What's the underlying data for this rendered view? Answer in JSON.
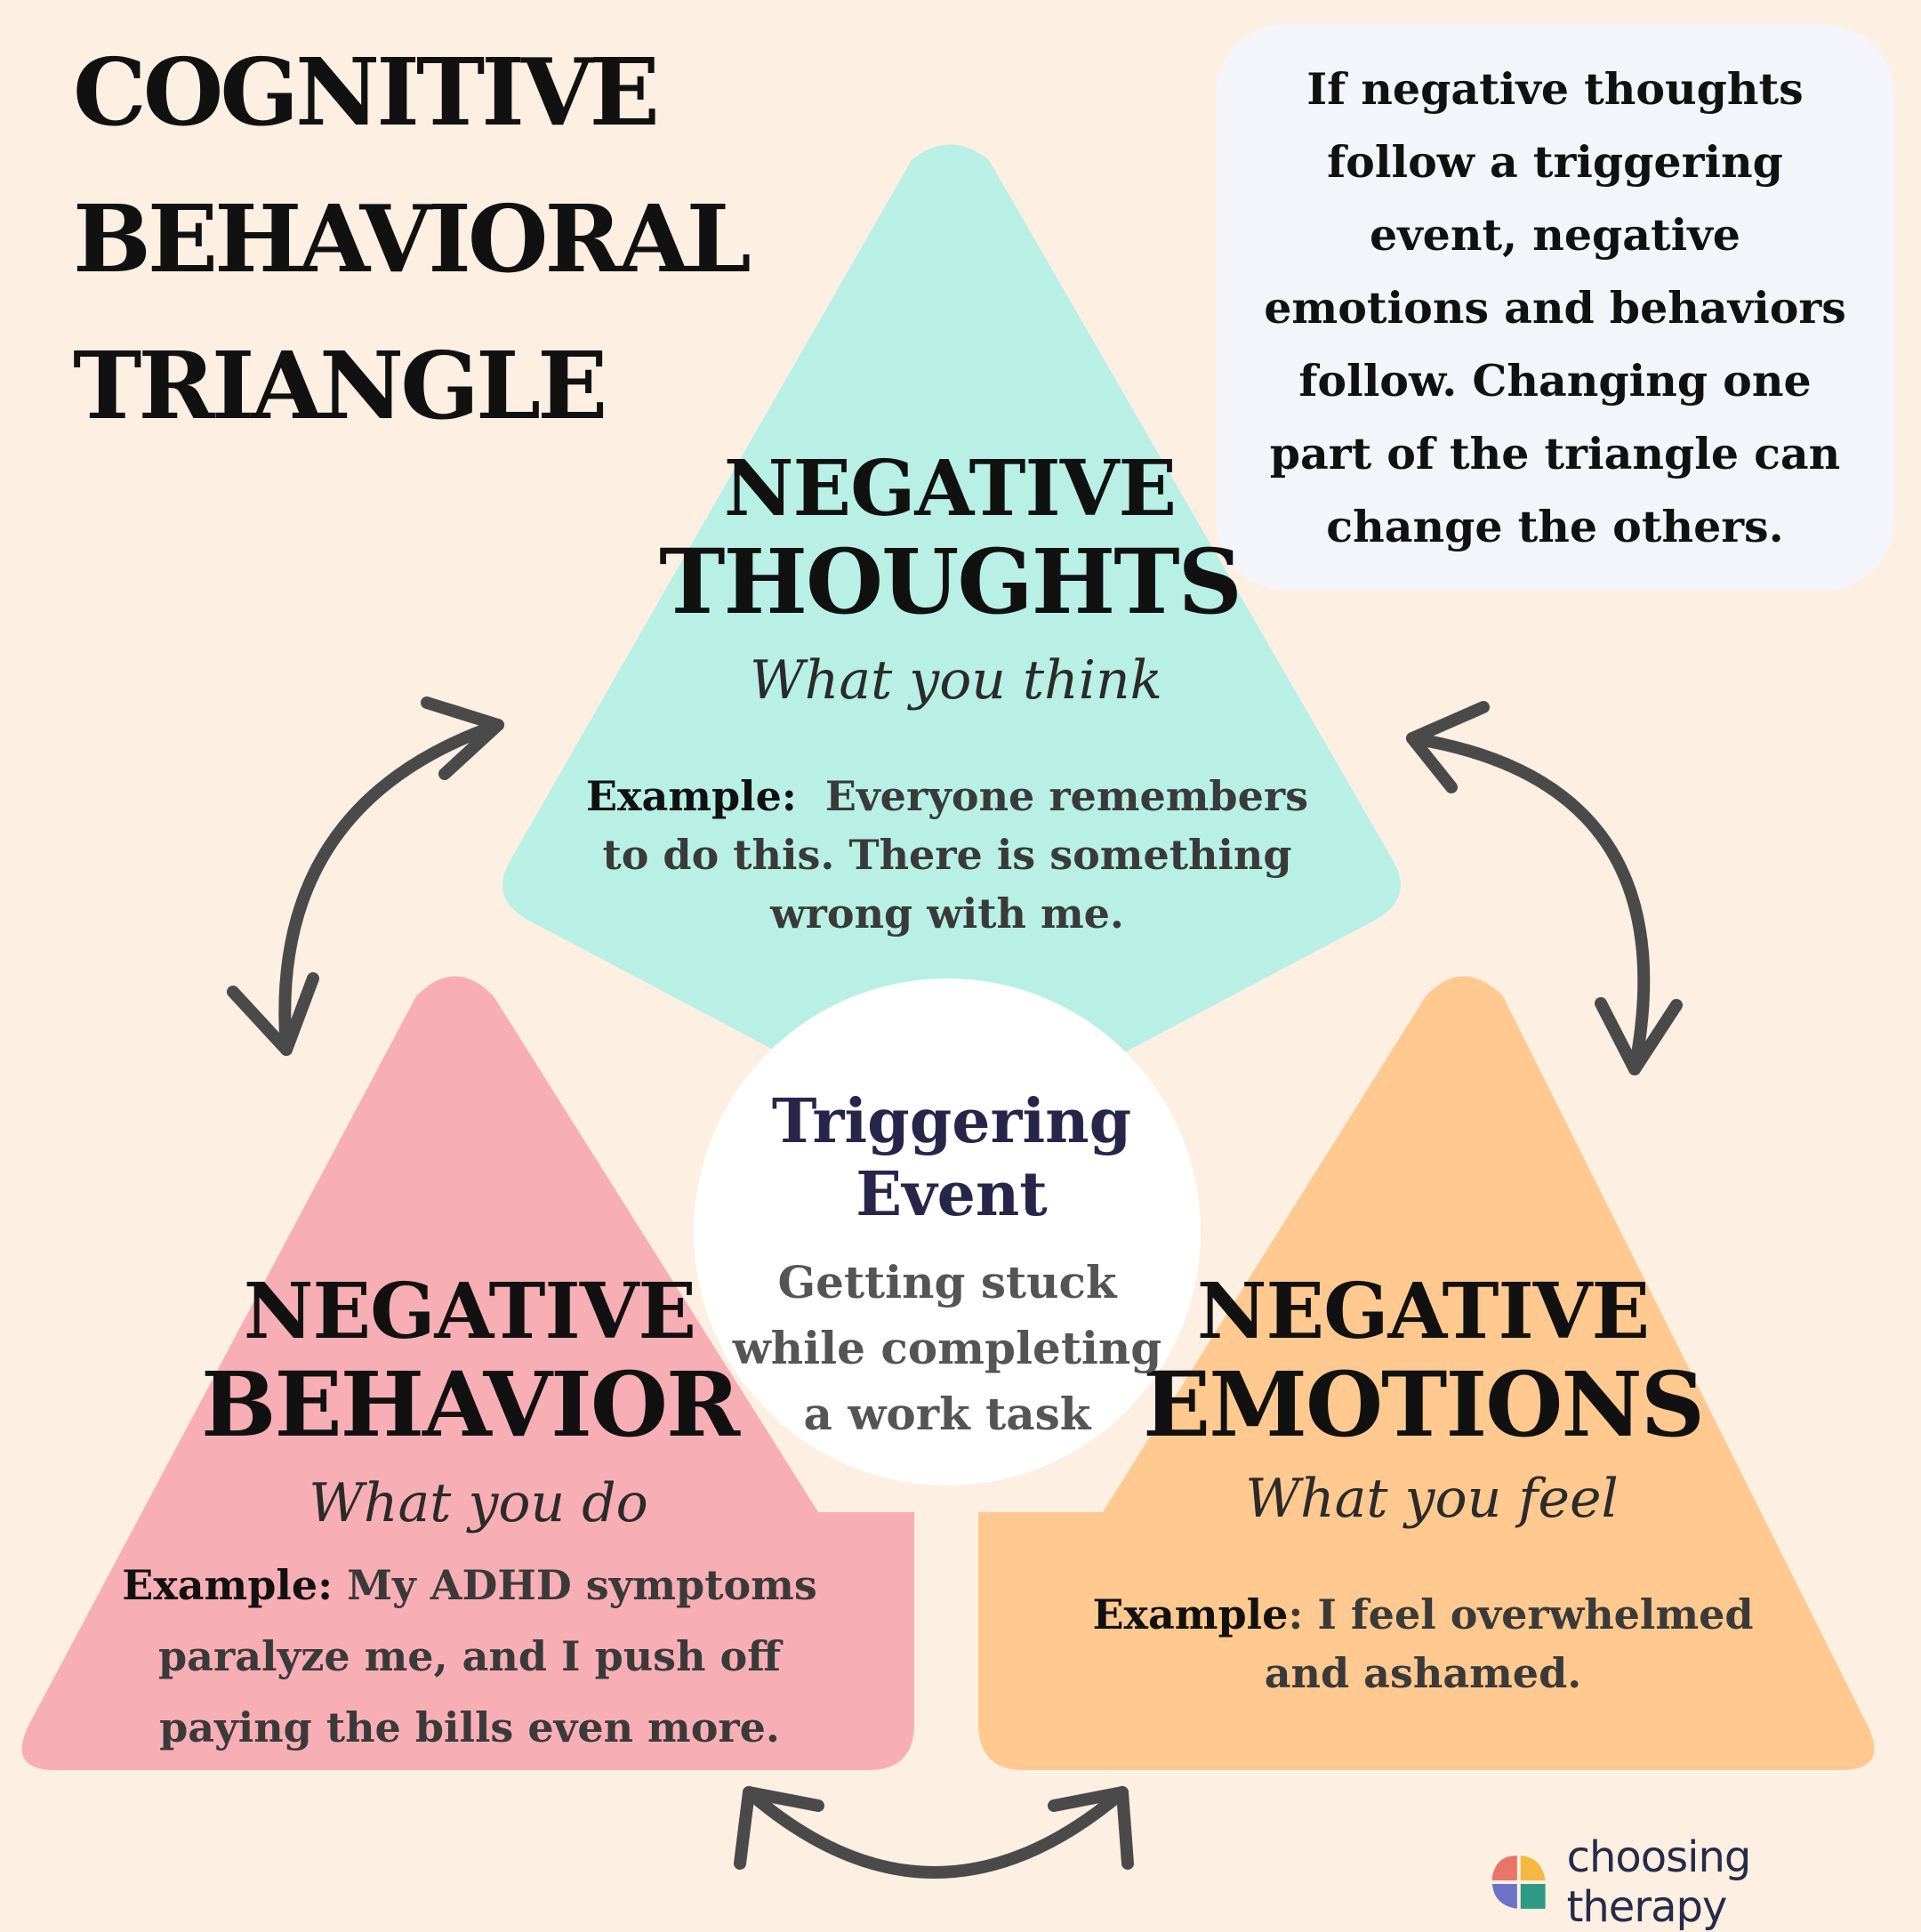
{
  "title": {
    "line1": "COGNITIVE",
    "line2": "BEHAVIORAL",
    "line3": "TRIANGLE"
  },
  "info_box": {
    "text": "If negative thoughts follow a triggering event, negative emotions and behaviors follow. Changing one part of the triangle can change the others."
  },
  "thoughts": {
    "line1": "NEGATIVE",
    "line2": "THOUGHTS",
    "subtitle": "What you think",
    "example_label": "Example:",
    "example_text": "Everyone remembers to do this. There is something wrong with me."
  },
  "behavior": {
    "line1": "NEGATIVE",
    "line2": "BEHAVIOR",
    "subtitle": "What you do",
    "example_label": "Example:",
    "example_text": "My ADHD symptoms paralyze me, and I push off paying the bills even more."
  },
  "emotions": {
    "line1": "NEGATIVE",
    "line2": "EMOTIONS",
    "subtitle": "What you feel",
    "example_label": "Example",
    "example_colon": ":",
    "example_text": "I feel overwhelmed and ashamed."
  },
  "trigger": {
    "title_line1": "Triggering",
    "title_line2": "Event",
    "description": "Getting stuck while completing a work task"
  },
  "brand": {
    "name": "choosing therapy",
    "logo_icon": "choosing-therapy-logo"
  },
  "colors": {
    "background": "#fdefe2",
    "thoughts": "#b8f0e6",
    "behavior": "#f8aeb5",
    "emotions": "#ffc98f",
    "arrow": "#4a4a4a",
    "trigger_circle": "#ffffff",
    "info_box": "#f4f5fb"
  },
  "icons": {
    "arrows": [
      "double-arrow-icon"
    ]
  }
}
